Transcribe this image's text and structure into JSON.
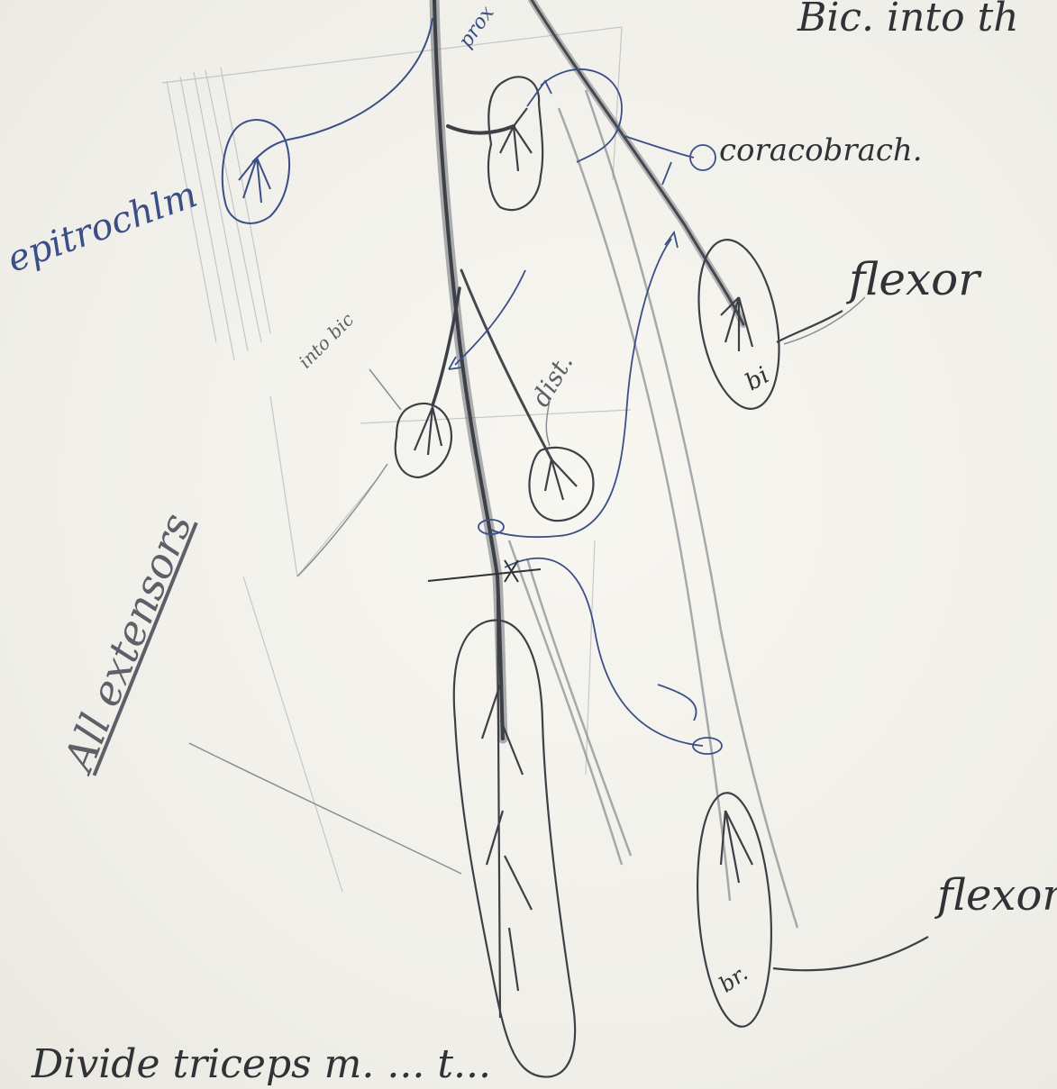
{
  "diagram": {
    "labels": {
      "top_right": "Bic. into th",
      "proximal": "prox",
      "epitrochlea": "epitrochlm",
      "coracobrach": "coracobrach.",
      "flexor_upper": "flexor",
      "biceps_abbrev": "bi",
      "into_bic": "into bic",
      "distal": "dist.",
      "all_extensors": "All extensors",
      "flexor_lower": "flexor",
      "brachialis_abbrev": "br.",
      "bottom_note": "Divide triceps m. ... t..."
    },
    "colors": {
      "paper": "#f2f1ec",
      "blue_ink": "#3b4f86",
      "dark_ink": "#2f3236",
      "pencil": "#5d6068",
      "light_pencil": "#a9abb0"
    }
  }
}
